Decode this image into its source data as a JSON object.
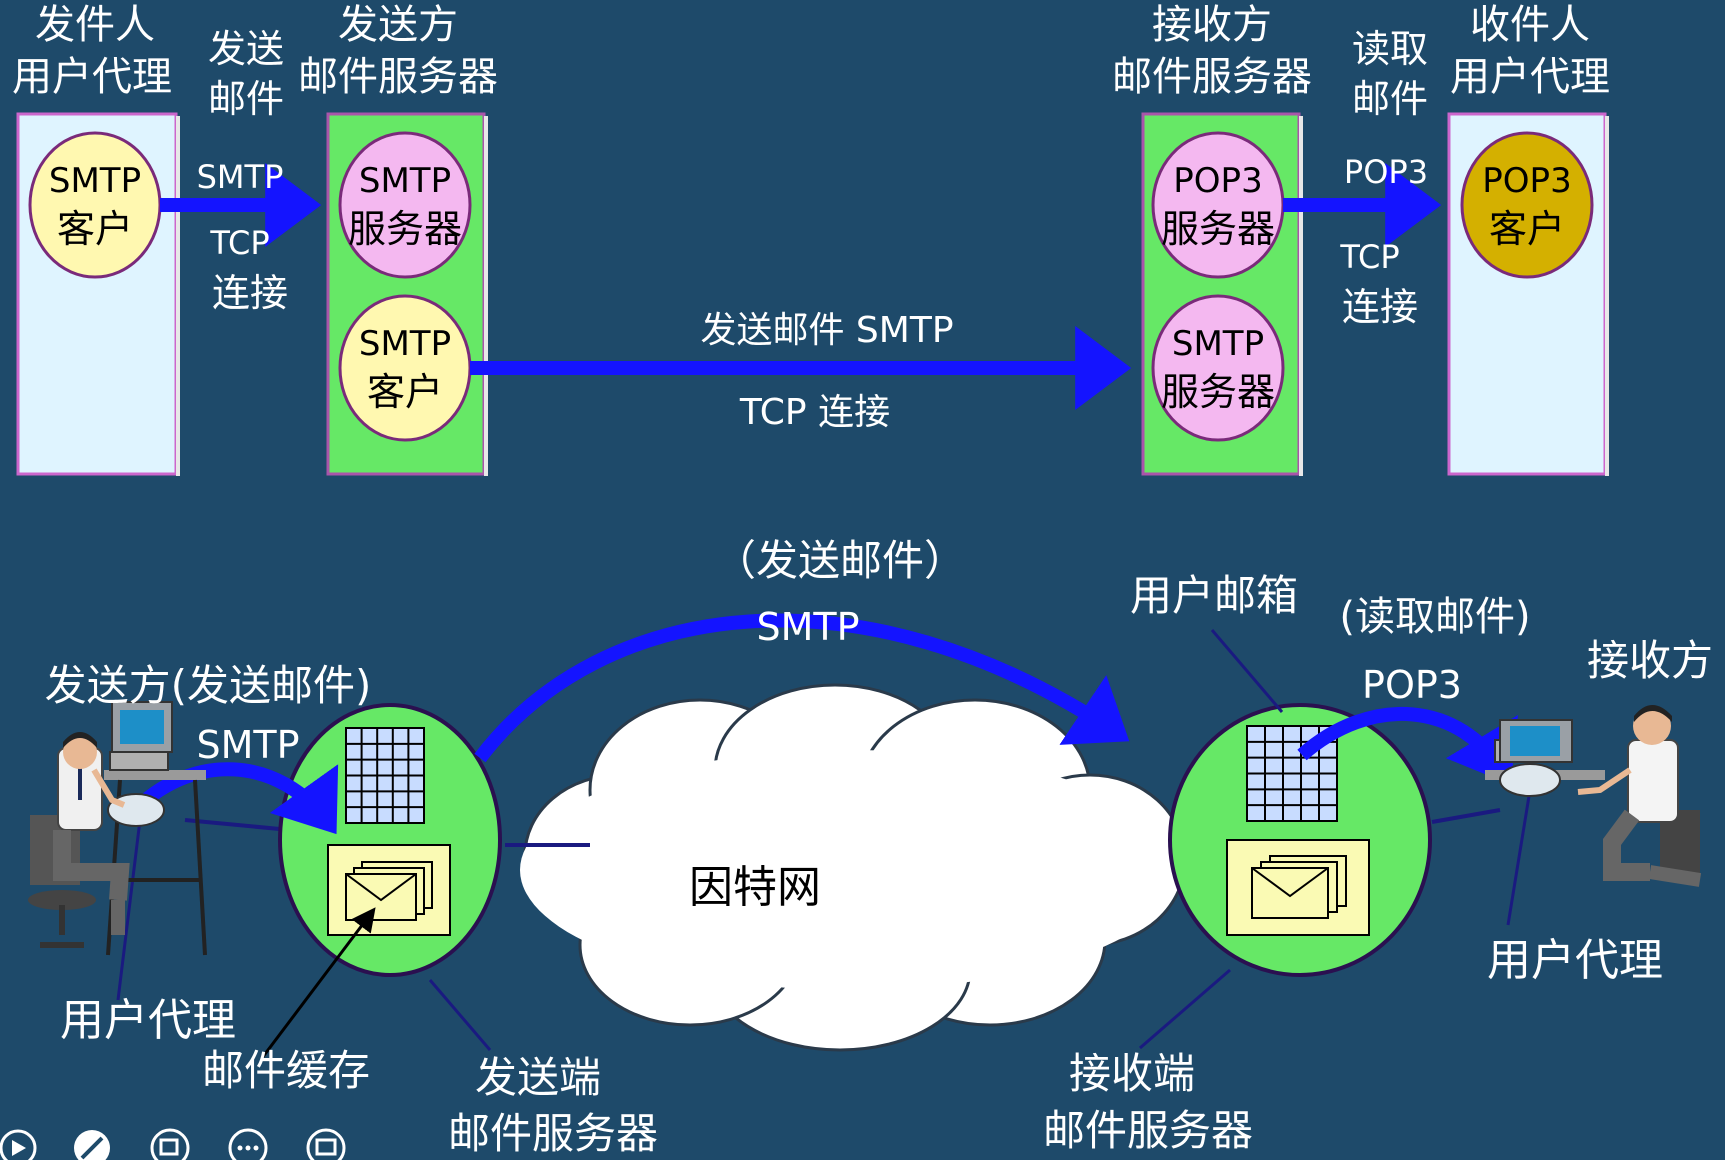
{
  "top": {
    "sender_agent": [
      "发件人",
      "用户代理"
    ],
    "send_mail": [
      "发送",
      "邮件"
    ],
    "sender_server": [
      "发送方",
      "邮件服务器"
    ],
    "receiver_server": [
      "接收方",
      "邮件服务器"
    ],
    "read_mail": [
      "读取",
      "邮件"
    ],
    "receiver_agent": [
      "收件人",
      "用户代理"
    ],
    "smtp_client_a": [
      "SMTP",
      "客户"
    ],
    "smtp_server_a": [
      "SMTP",
      "服务器"
    ],
    "smtp_client_b": [
      "SMTP",
      "客户"
    ],
    "smtp_server_b": [
      "SMTP",
      "服务器"
    ],
    "pop3_server": [
      "POP3",
      "服务器"
    ],
    "pop3_client": [
      "POP3",
      "客户"
    ],
    "arrow1_proto": "SMTP",
    "arrow1_conn": [
      "TCP",
      "连接"
    ],
    "arrow2_label": "发送邮件 SMTP",
    "arrow2_conn": "TCP 连接",
    "arrow3_proto": "POP3",
    "arrow3_conn": [
      "TCP",
      "连接"
    ]
  },
  "bottom": {
    "send_mail_paren": "（发送邮件）",
    "smtp_top": "SMTP",
    "user_mailbox": "用户邮箱",
    "read_mail_paren": "(读取邮件)",
    "pop3": "POP3",
    "receiver": "接收方",
    "sender_send": "发送方(发送邮件)",
    "smtp_left": "SMTP",
    "internet": "因特网",
    "user_agent_left": "用户代理",
    "mail_buffer": "邮件缓存",
    "sender_end_server": [
      "发送端",
      "邮件服务器"
    ],
    "receiver_end_server": [
      "接收端",
      "邮件服务器"
    ],
    "user_agent_right": "用户代理"
  },
  "colors": {
    "background": "#1e4a6a",
    "arrow": "#1414ff",
    "server_green": "#66e866",
    "agent_box": "#dff4ff",
    "smtp_client_fill": "#fff8b0",
    "server_circle_fill": "#f4b8f0",
    "pop3_client_fill": "#d4b000",
    "mailbox_fill": "#c8dcff",
    "envelope_box": "#fafab4"
  }
}
